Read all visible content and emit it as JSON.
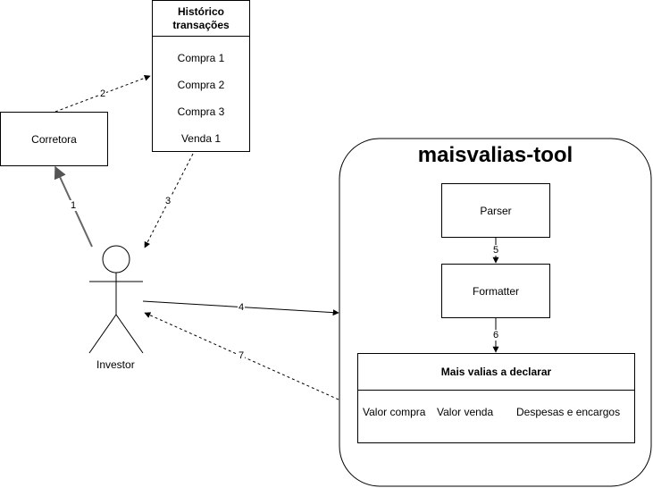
{
  "corretora": "Corretora",
  "historico": {
    "title": "Histórico transações",
    "items": [
      "Compra 1",
      "Compra 2",
      "Compra 3",
      "Venda 1"
    ]
  },
  "investor": "Investor",
  "tool": {
    "title": "maisvalias-tool",
    "parser": "Parser",
    "formatter": "Formatter",
    "table": {
      "title": "Mais valias a declarar",
      "columns": [
        "Valor compra",
        "Valor venda",
        "Despesas e encargos"
      ]
    }
  },
  "edges": [
    "1",
    "2",
    "3",
    "4",
    "5",
    "6",
    "7"
  ]
}
